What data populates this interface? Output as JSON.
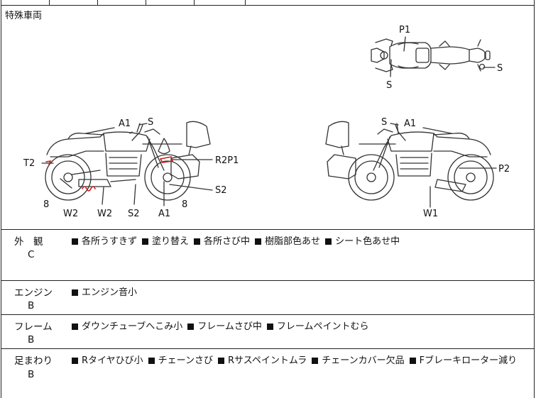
{
  "diagram": {
    "section_label": "特殊車両",
    "markers": {
      "top_view": {
        "p1": "P1",
        "s_right": "S",
        "s_below": "S"
      },
      "left_view": {
        "a1_top": "A1",
        "s_top": "S",
        "t2": "T2",
        "r2p1": "R2P1",
        "s2_right": "S2",
        "eight_left": "8",
        "eight_right": "8",
        "w2_a": "W2",
        "w2_b": "W2",
        "s2_bottom": "S2",
        "a1_bottom": "A1"
      },
      "right_view": {
        "s_top": "S",
        "a1_top": "A1",
        "p2": "P2",
        "w1": "W1"
      }
    }
  },
  "inspection_rows": [
    {
      "category": "外　観",
      "grade": "C",
      "items": [
        "各所うすきず",
        "塗り替え",
        "各所さび中",
        "樹脂部色あせ",
        "シート色あせ中"
      ]
    },
    {
      "category": "エンジン",
      "grade": "B",
      "items": [
        "エンジン音小"
      ]
    },
    {
      "category": "フレーム",
      "grade": "B",
      "items": [
        "ダウンチューブへこみ小",
        "フレームさび中",
        "フレームペイントむら"
      ]
    },
    {
      "category": "足まわり",
      "grade": "B",
      "items": [
        "Rタイヤひび小",
        "チェーンさび",
        "Rサスペイントムラ",
        "チェーンカバー欠品",
        "Fブレーキローター減り"
      ]
    }
  ]
}
